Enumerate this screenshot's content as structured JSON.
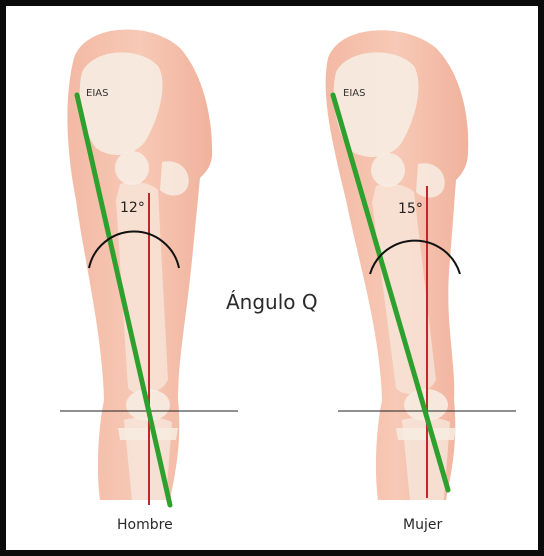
{
  "diagram": {
    "title": "Ángulo Q",
    "colors": {
      "mechanical_axis": "#2ea02e",
      "vertical_line": "#c0262a",
      "horizontal_line": "#222222",
      "arc": "#111111",
      "limb_skin": "#f5c2ae",
      "bone": "#f7ece2",
      "frame": "#0b0b0b"
    },
    "panels": [
      {
        "landmark_label": "EIAS",
        "angle_label": "12°",
        "caption": "Hombre",
        "q_angle_degrees": 12
      },
      {
        "landmark_label": "EIAS",
        "angle_label": "15°",
        "caption": "Mujer",
        "q_angle_degrees": 15
      }
    ]
  }
}
